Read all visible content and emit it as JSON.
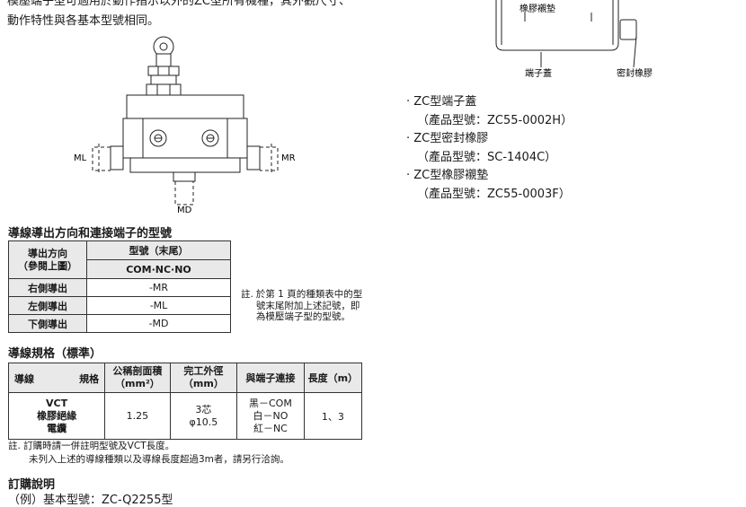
{
  "intro": {
    "line1": "模壓端子型可適用於動作指示以外的ZC型所有機種，其外觀尺寸、",
    "line2": "動作特性與各基本型號相同。"
  },
  "diagram_left": {
    "label_ml": "ML",
    "label_mr": "MR",
    "label_md": "MD"
  },
  "diagram_right": {
    "label_pad": "橡膠襯墊",
    "label_cover": "端子蓋",
    "label_seal": "密封橡膠"
  },
  "section1": {
    "title": "導線導出方向和連接端子的型號",
    "header_dir": "導出方向\n（參閱上圖）",
    "header_model": "型號（末尾）",
    "header_sub": "COM·NC·NO",
    "rows": [
      {
        "dir": "右側導出",
        "model": "-MR"
      },
      {
        "dir": "左側導出",
        "model": "-ML"
      },
      {
        "dir": "下側導出",
        "model": "-MD"
      }
    ],
    "note_prefix": "註.",
    "note_text": "於第 1 頁的種類表中的型號末尾附加上述記號，即為模壓端子型的型號。"
  },
  "section2": {
    "title": "導線規格（標準）",
    "headers": {
      "wire": "導線",
      "spec": "規格",
      "area": "公稱剖面積\n（mm²）",
      "od": "完工外徑\n（mm）",
      "conn": "與端子連接",
      "len": "長度（m）"
    },
    "row": {
      "wire_name": "VCT",
      "wire_sub1": "橡膠絕緣",
      "wire_sub2": "電纜",
      "area": "1.25",
      "od1": "3芯",
      "od2": "φ10.5",
      "conn1": "黑－COM",
      "conn2": "白－NO",
      "conn3": "紅－NC",
      "len": "1、3"
    },
    "note1": "註. 訂購時請一併註明型號及VCT長度。",
    "note2": "未列入上述的導線種類以及導線長度超過3m者，請另行洽詢。"
  },
  "section3": {
    "title": "訂購說明",
    "example": "（例）基本型號：ZC-Q2255型"
  },
  "right_list": [
    {
      "name": "‧ ZC型端子蓋",
      "model": "（產品型號：ZC55-0002H）"
    },
    {
      "name": "‧ ZC型密封橡膠",
      "model": "（產品型號：SC-1404C）"
    },
    {
      "name": "‧ ZC型橡膠襯墊",
      "model": "（產品型號：ZC55-0003F）"
    }
  ]
}
